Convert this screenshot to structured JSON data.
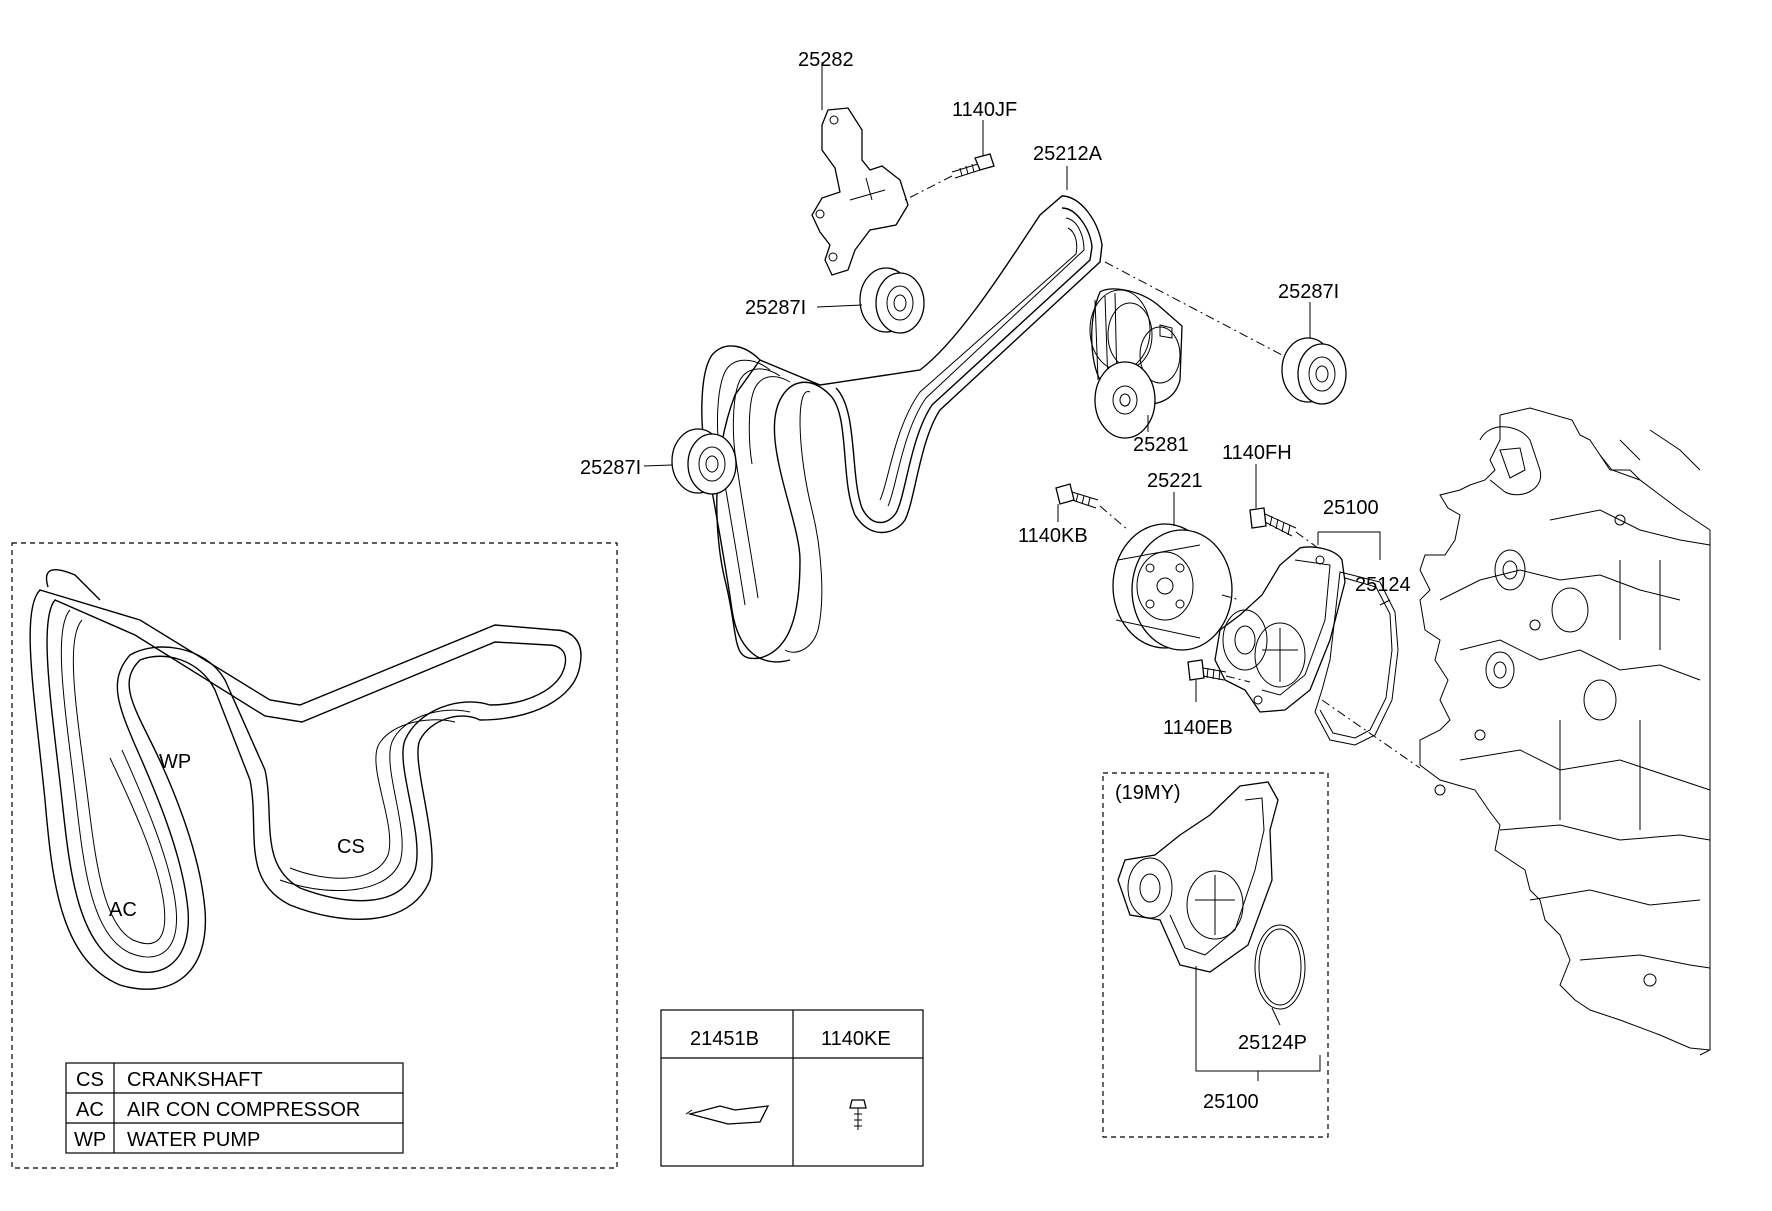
{
  "parts": {
    "p25282": "25282",
    "p1140JF": "1140JF",
    "p25212A": "25212A",
    "p25287I_top": "25287I",
    "p25287I_right": "25287I",
    "p25287I_left": "25287I",
    "p25281": "25281",
    "p25221": "25221",
    "p1140FH": "1140FH",
    "p1140KB": "1140KB",
    "p25100": "25100",
    "p25124": "25124",
    "p1140EB": "1140EB"
  },
  "variant": {
    "title": "(19MY)",
    "p25124P": "25124P",
    "p25100": "25100"
  },
  "routing": {
    "wp": "WP",
    "cs": "CS",
    "ac": "AC"
  },
  "legend": [
    {
      "code": "CS",
      "desc": "CRANKSHAFT"
    },
    {
      "code": "AC",
      "desc": "AIR CON COMPRESSOR"
    },
    {
      "code": "WP",
      "desc": "WATER PUMP"
    }
  ],
  "hardware": [
    {
      "part": "21451B"
    },
    {
      "part": "1140KE"
    }
  ]
}
